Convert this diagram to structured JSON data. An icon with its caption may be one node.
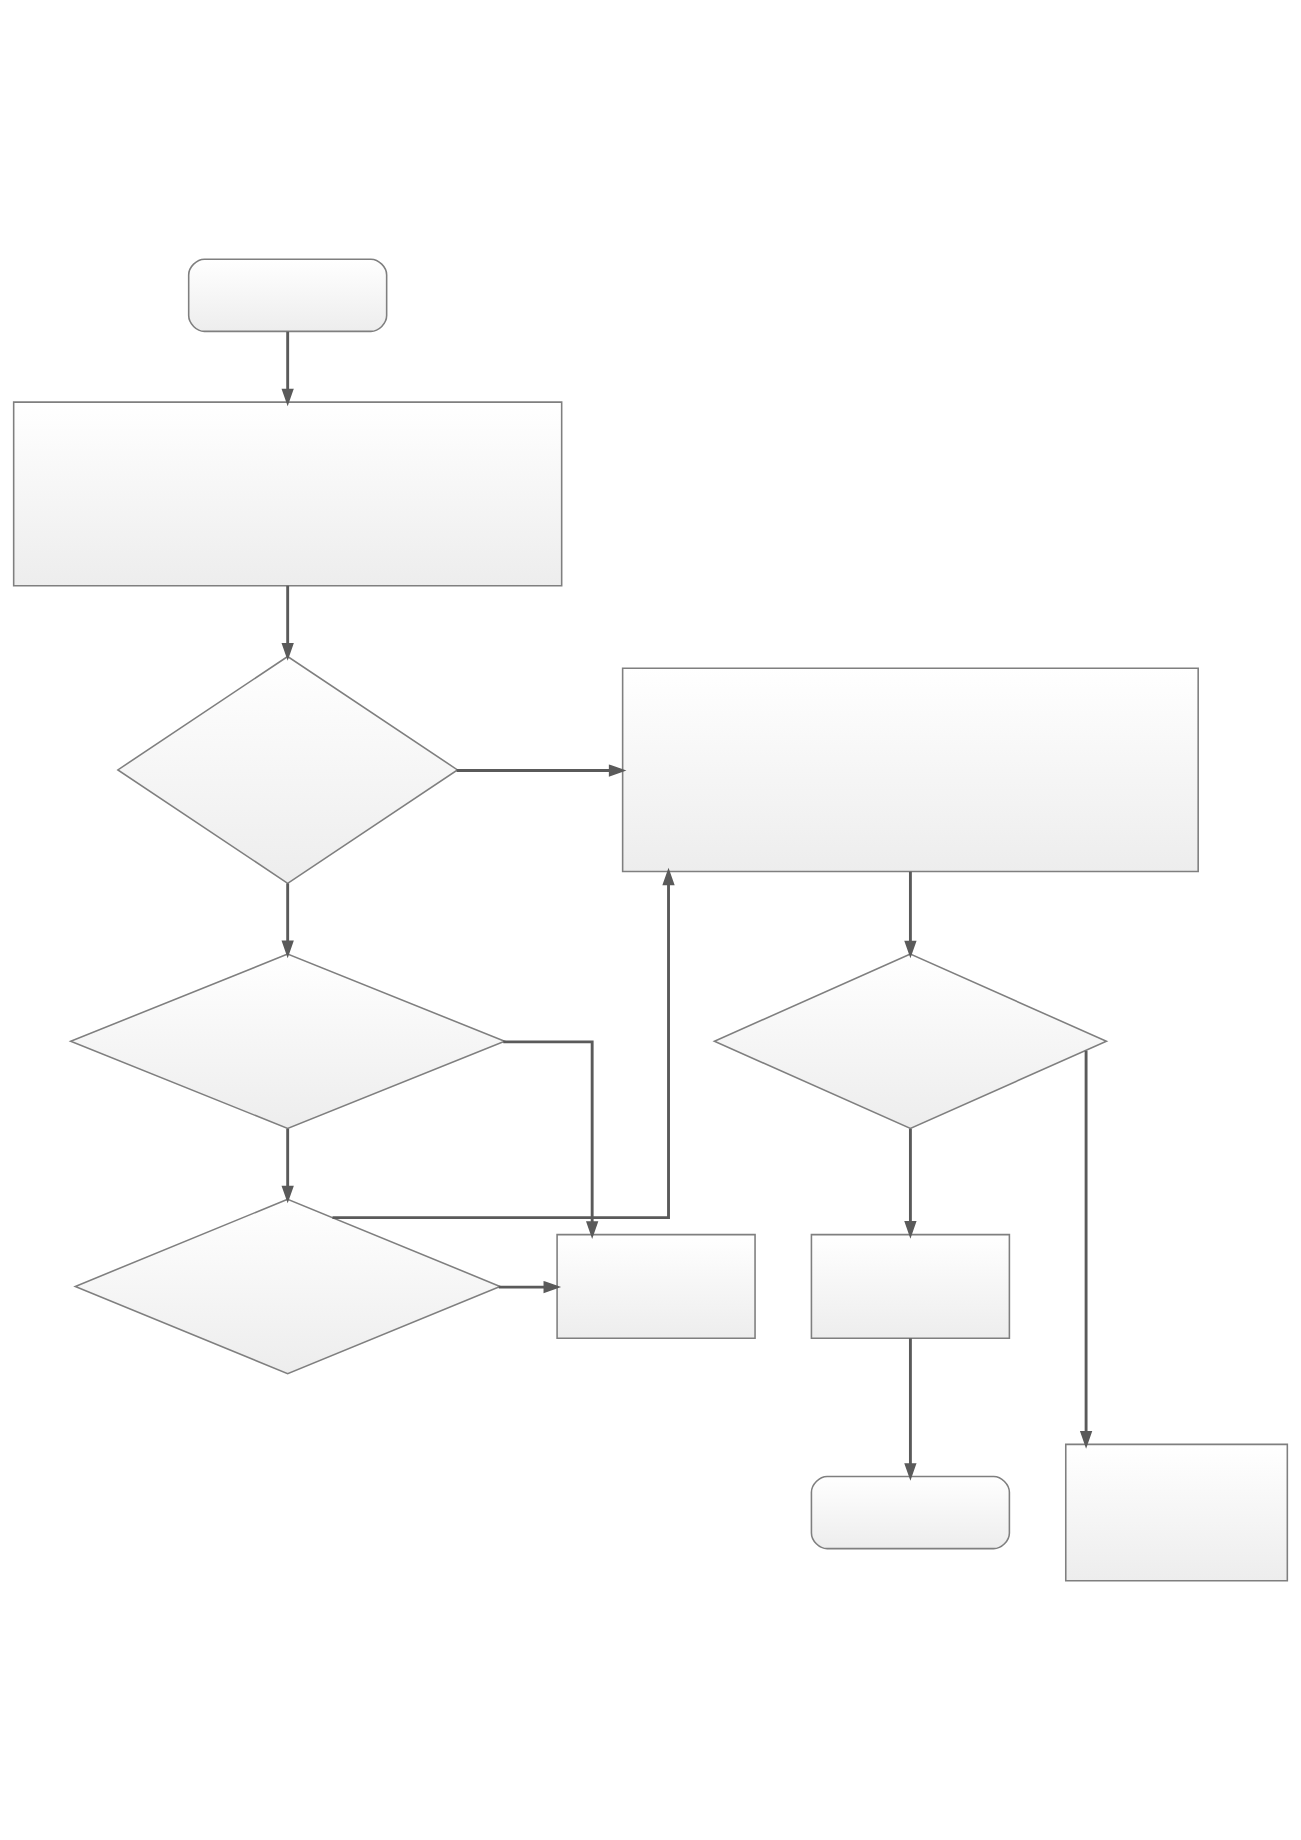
{
  "diagram": {
    "nodes": [
      {
        "text": [],
        "shape": "oval"
      },
      {
        "text": [],
        "shape": "box"
      },
      {
        "text": [],
        "shape": "diamond"
      },
      {
        "text": [],
        "shape": "diamond"
      },
      {
        "text": [],
        "shape": "diamond"
      },
      {
        "text": [],
        "shape": "box"
      },
      {
        "text": [],
        "shape": "box"
      },
      {
        "text": [],
        "shape": "diamond"
      },
      {
        "text": [],
        "shape": "box"
      },
      {
        "text": [],
        "shape": "oval"
      },
      {
        "text": [],
        "shape": "box"
      }
    ],
    "edges": [
      {
        "from": 0,
        "to": 1,
        "arrow": "to"
      },
      {
        "from": 1,
        "to": 2,
        "arrow": "to"
      },
      {
        "from": 2,
        "to": 6,
        "arrow": "to"
      },
      {
        "from": 2,
        "to": 3,
        "arrow": "to"
      },
      {
        "from": 3,
        "to": 5,
        "arrow": "to"
      },
      {
        "from": 3,
        "to": 4,
        "arrow": "to"
      },
      {
        "from": 4,
        "to": 5,
        "arrow": "to"
      },
      {
        "from": 4,
        "to": 6,
        "arrow": "to"
      },
      {
        "from": 6,
        "to": 7,
        "arrow": "to"
      },
      {
        "from": 7,
        "to": 8,
        "arrow": "to"
      },
      {
        "from": 8,
        "to": 9,
        "arrow": "to"
      },
      {
        "from": 7,
        "to": 10,
        "arrow": "to"
      }
    ]
  }
}
